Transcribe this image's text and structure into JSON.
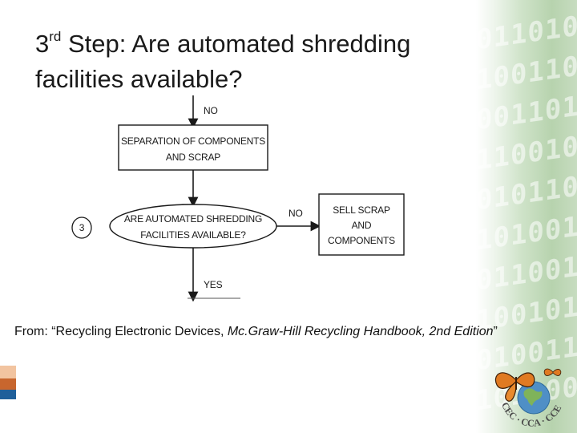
{
  "slide": {
    "title_prefix": "3",
    "title_superscript": "rd",
    "title_rest": " Step:  Are automated shredding facilities available?"
  },
  "flowchart": {
    "top_arrow_label": "NO",
    "process_line1": "SEPARATION OF COMPONENTS",
    "process_line2": "AND SCRAP",
    "step_number": "3",
    "decision_line1": "ARE AUTOMATED SHREDDING",
    "decision_line2": "FACILITIES AVAILABLE?",
    "no_branch_label": "NO",
    "outcome_line1": "SELL SCRAP",
    "outcome_line2": "AND",
    "outcome_line3": "COMPONENTS",
    "yes_branch_label": "YES"
  },
  "citation": {
    "prefix": "From:  “Recycling Electronic Devices, ",
    "italic": "Mc.Graw-Hill Recycling Handbook, 2nd Edition",
    "suffix": "”"
  },
  "logo": {
    "text": "CEC · CCA · CCE",
    "icon": "monarch-butterfly-globe-icon"
  },
  "colors": {
    "band_green": "#b7d3ae",
    "left_block_top": "#f2c4a0",
    "left_block_mid": "#c8662e",
    "left_block_bottom": "#1f5f9a"
  }
}
